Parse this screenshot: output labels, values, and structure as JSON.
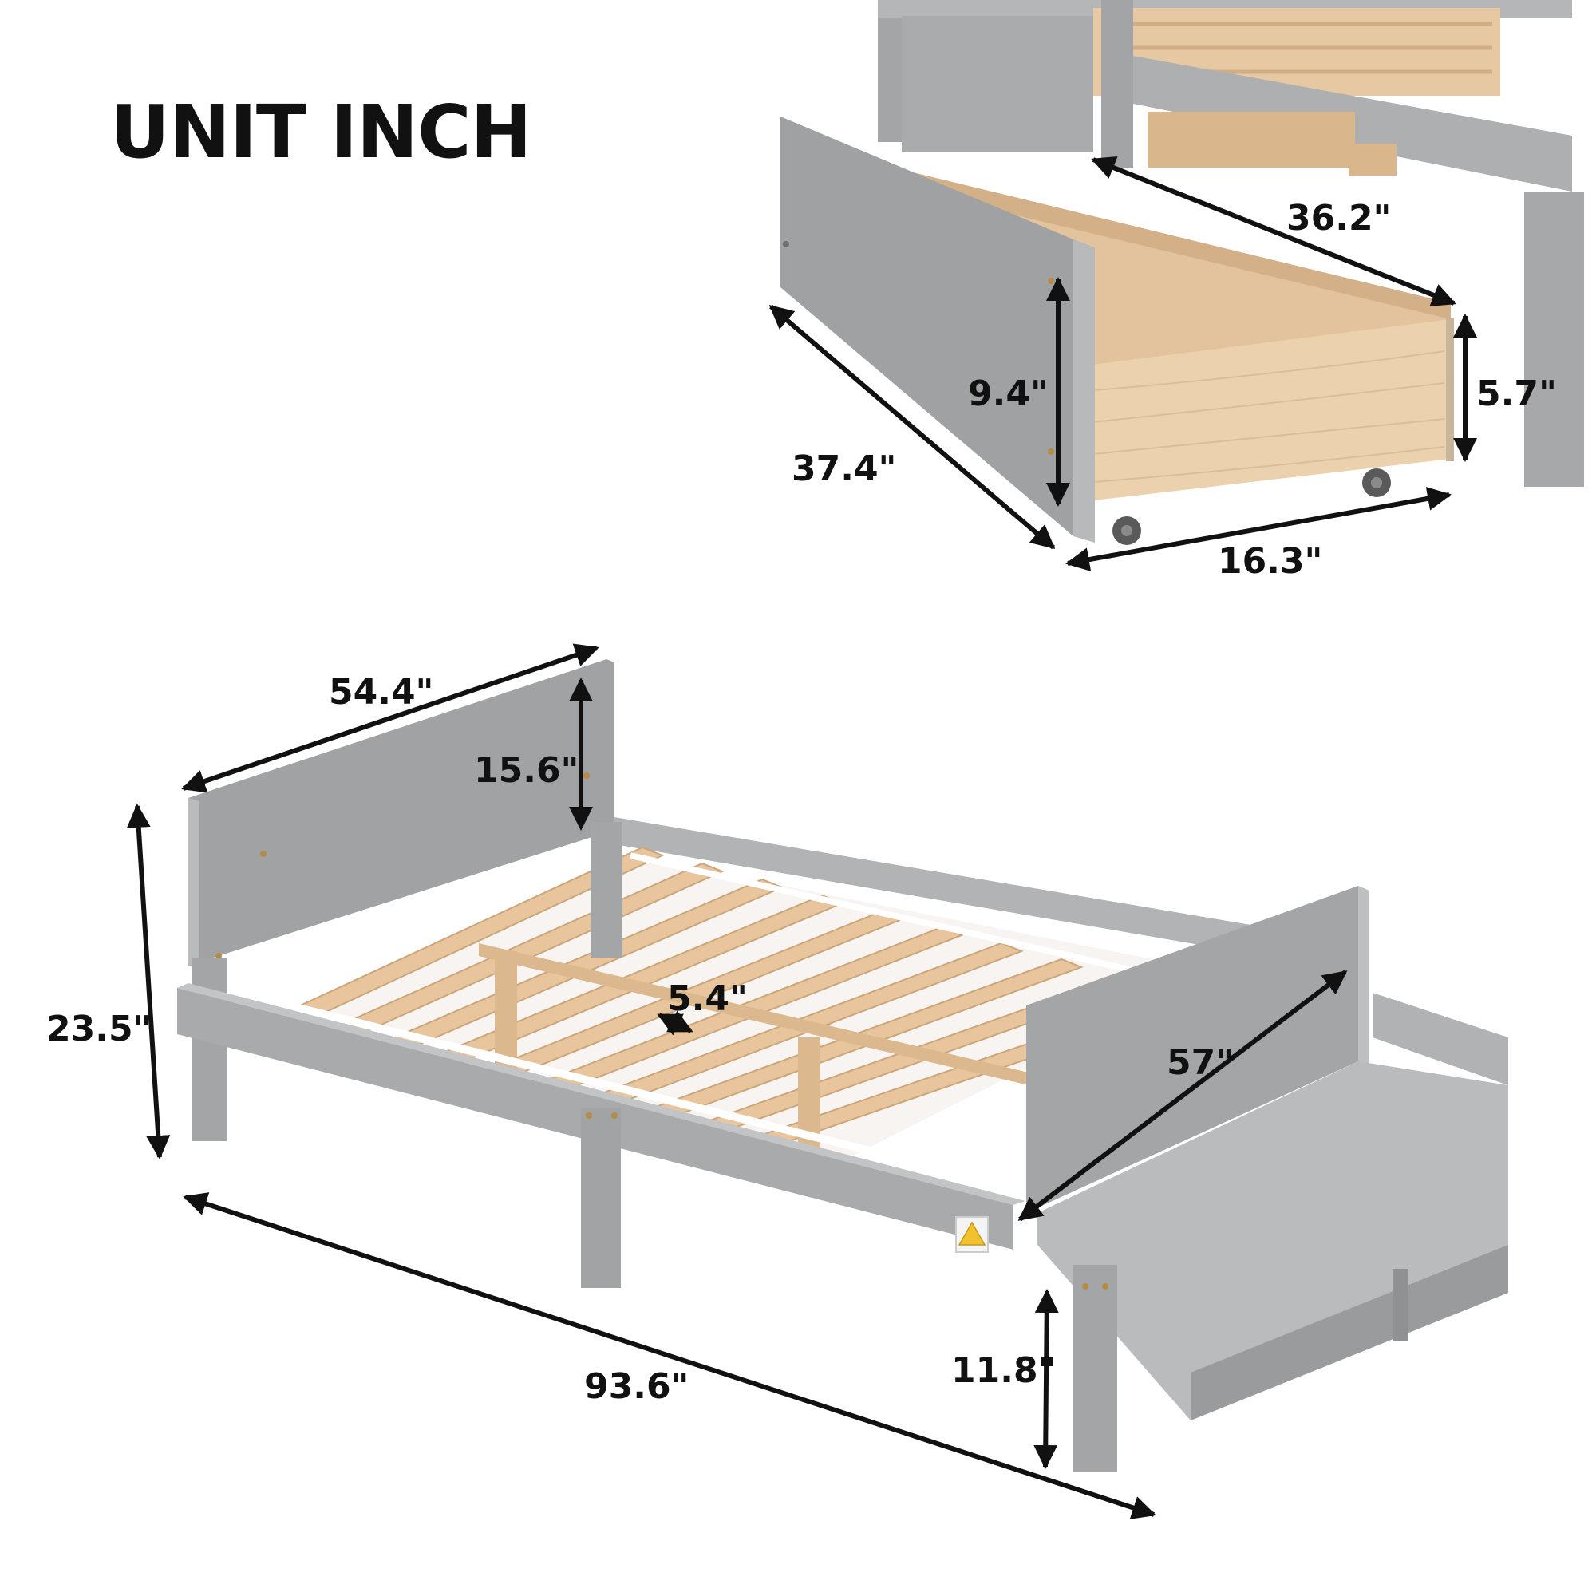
{
  "title": "UNIT INCH",
  "dimensions": {
    "drawer_length_inner": "36.2\"",
    "drawer_length_outer": "37.4\"",
    "drawer_front_height": "9.4\"",
    "drawer_box_height": "5.7\"",
    "drawer_width": "16.3\"",
    "headboard_width": "54.4\"",
    "headboard_height": "15.6\"",
    "overall_height": "23.5\"",
    "slat_gap": "5.4\"",
    "side_rail_length": "57\"",
    "overall_length": "93.6\"",
    "clearance_height": "11.8\""
  },
  "colors": {
    "frame_gray": "#a9abad",
    "frame_gray_dark": "#8f9193",
    "wood": "#e9c9a3",
    "wood_dark": "#d3ad83",
    "ink": "#111111"
  },
  "icons": [
    "warning-label-icon",
    "caster-wheel-icon"
  ]
}
